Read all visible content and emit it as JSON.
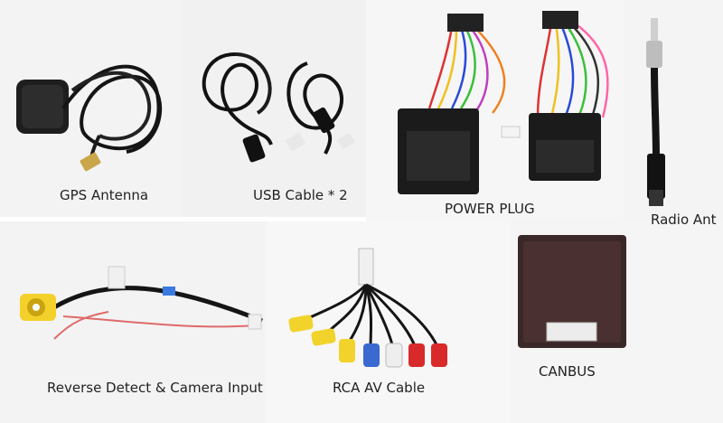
{
  "items": [
    {
      "id": "gps",
      "label": "GPS Antenna"
    },
    {
      "id": "usb",
      "label": "USB Cable * 2"
    },
    {
      "id": "power",
      "label": "POWER PLUG"
    },
    {
      "id": "radio",
      "label": "Radio Ant"
    },
    {
      "id": "reverse",
      "label": "Reverse Detect & Camera Input"
    },
    {
      "id": "rca",
      "label": "RCA AV Cable"
    },
    {
      "id": "canbus",
      "label": "CANBUS"
    }
  ]
}
